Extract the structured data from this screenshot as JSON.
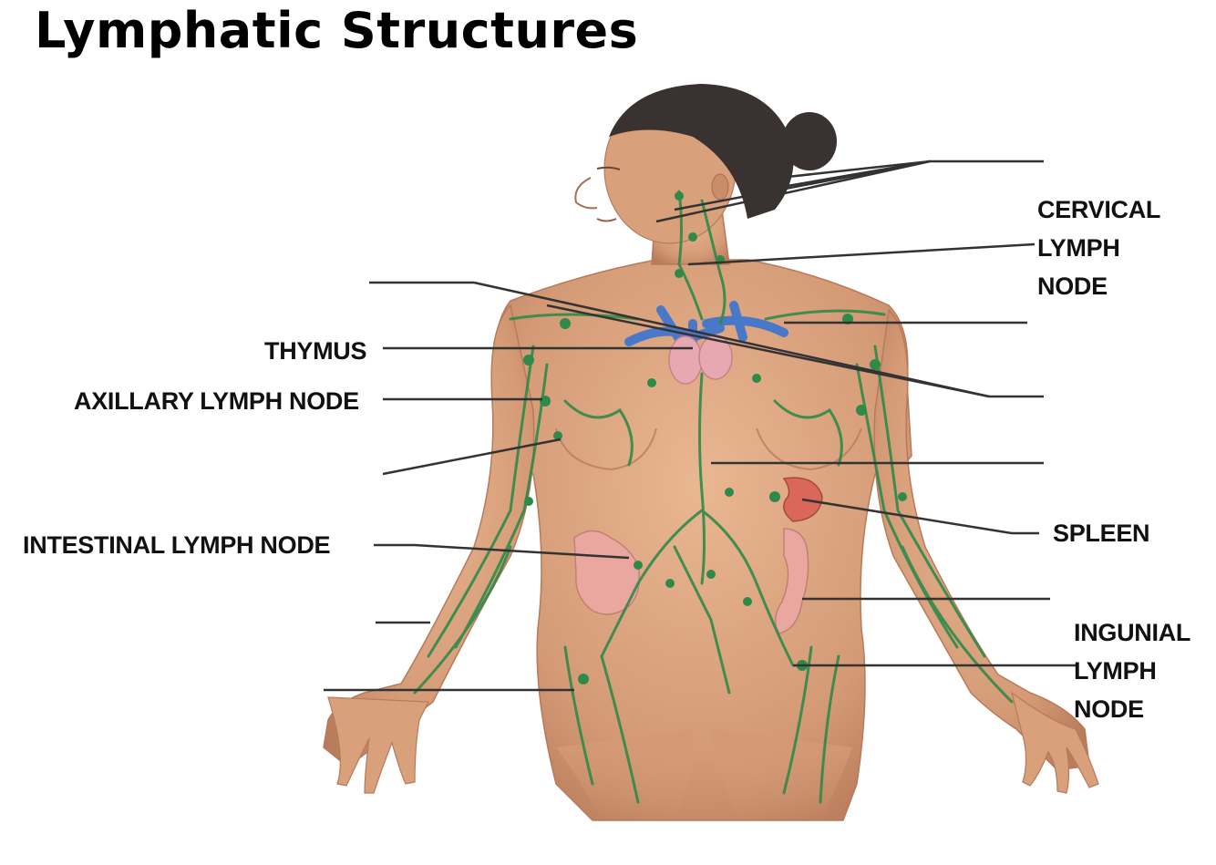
{
  "title": "Lymphatic Structures",
  "labels": {
    "cervical": "CERVICAL\nLYMPH\nNODE",
    "thymus": "THYMUS",
    "axillary": "AXILLARY LYMPH NODE",
    "intestinal": "INTESTINAL LYMPH NODE",
    "spleen": "SPLEEN",
    "inguinal": "INGUNIAL\nLYMPH\nNODE"
  },
  "colors": {
    "skin": "#d9a07c",
    "skin_shadow": "#b9785a",
    "hair": "#3a3230",
    "lymph": "#2f8a4a",
    "vein": "#4a78c8",
    "thymus": "#e8a8b0",
    "spleen": "#d9675a",
    "intestine": "#e9a7a0",
    "leader_line": "#333333"
  }
}
